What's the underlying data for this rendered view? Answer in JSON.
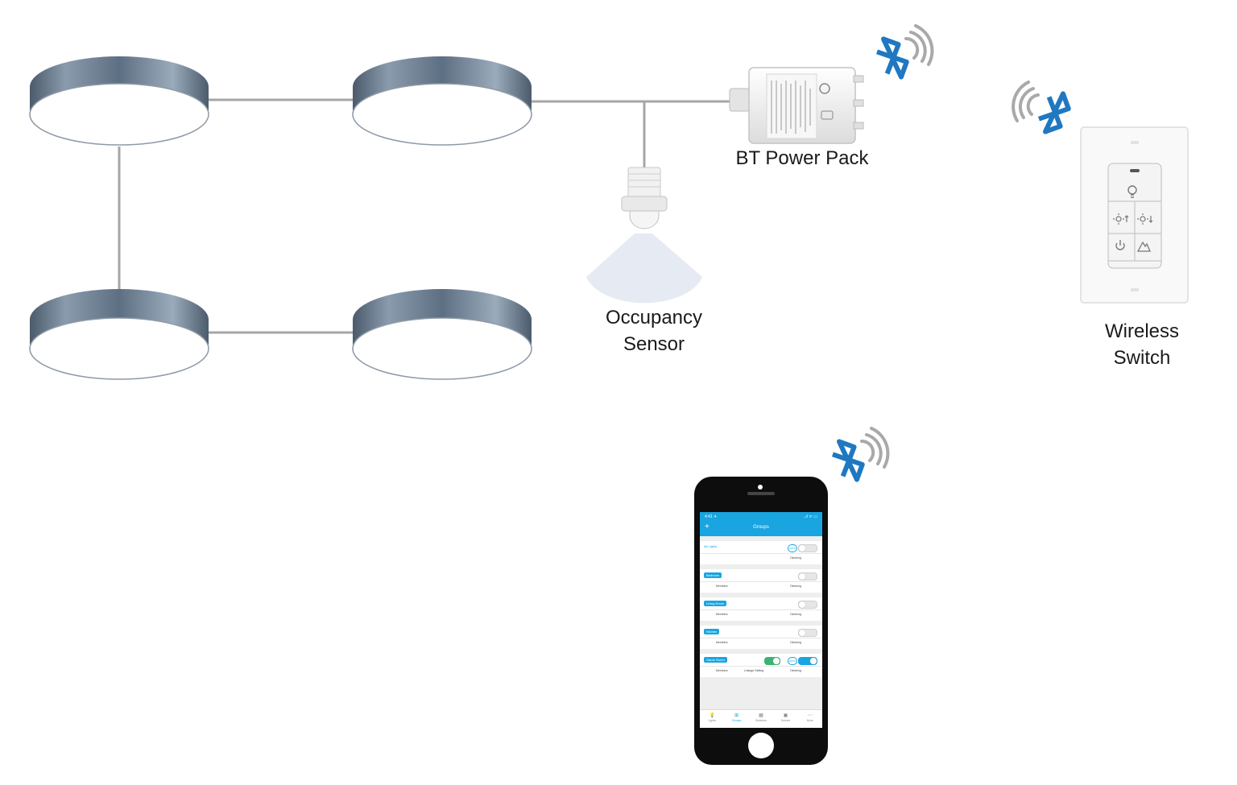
{
  "labels": {
    "power_pack": "BT Power Pack",
    "sensor": [
      "Occupancy",
      "Sensor"
    ],
    "switch": [
      "Wireless",
      "Switch"
    ]
  },
  "colors": {
    "bluetooth": "#1f78c1",
    "wire": "#a6a6a6",
    "panel_rim": "#6b7e90",
    "sensor_cone": "#e6eaf3",
    "app_accent": "#18a5e0"
  },
  "icons": {
    "bluetooth": "bluetooth-icon",
    "signal": "wireless-signal-icon",
    "bulb": "light-bulb-icon",
    "brighten": "sun-up-icon",
    "dim": "sun-down-icon",
    "power": "power-icon",
    "scene": "mountain-scene-icon"
  },
  "phone_app": {
    "status_time": "4:41 ✈",
    "status_signal": "..ıl ᯤ ▭",
    "plus": "+",
    "title": "Groups",
    "auto_badge": "AUTO",
    "groups": [
      {
        "name": "All Lights",
        "chip": false,
        "auto": true,
        "on": false,
        "linkage": false,
        "members": "",
        "linkage_label": "",
        "dimming": "Dimming"
      },
      {
        "name": "Bedroom",
        "chip": true,
        "auto": false,
        "on": false,
        "linkage": false,
        "members": "Members",
        "linkage_label": "",
        "dimming": "Dimming"
      },
      {
        "name": "Living Room",
        "chip": true,
        "auto": false,
        "on": false,
        "linkage": false,
        "members": "Members",
        "linkage_label": "",
        "dimming": "Dimming"
      },
      {
        "name": "Kitchen",
        "chip": true,
        "auto": false,
        "on": false,
        "linkage": false,
        "members": "Members",
        "linkage_label": "",
        "dimming": "Dimming"
      },
      {
        "name": "Game Room",
        "chip": true,
        "auto": true,
        "on": true,
        "linkage": true,
        "members": "Members",
        "linkage_label": "Linkage Setting",
        "dimming": "Dimming"
      }
    ],
    "tabs": [
      {
        "label": "Lights",
        "icon": "💡",
        "active": false
      },
      {
        "label": "Groups",
        "icon": "⊞",
        "active": true
      },
      {
        "label": "Switches",
        "icon": "▦",
        "active": false
      },
      {
        "label": "Scenes",
        "icon": "▣",
        "active": false
      },
      {
        "label": "More",
        "icon": "⋯",
        "active": false
      }
    ]
  }
}
